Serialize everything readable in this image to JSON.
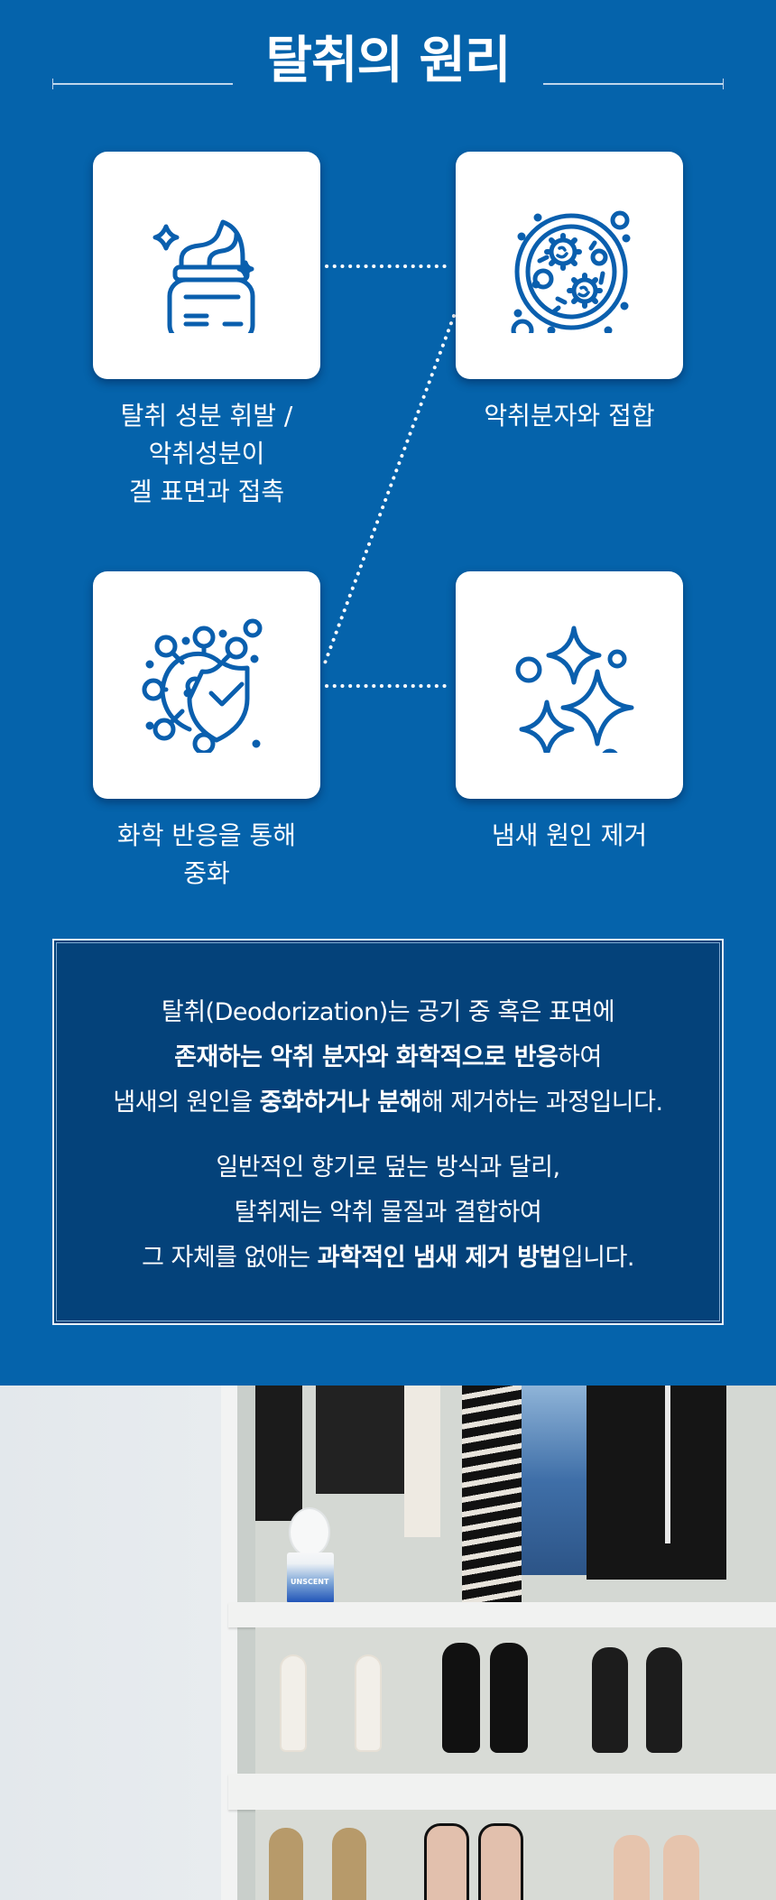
{
  "header": {
    "title": "탈취의 원리"
  },
  "steps": [
    {
      "icon": "cream-jar-icon",
      "caption_lines": [
        "탈취 성분 휘발 /",
        "악취성분이",
        "겔 표면과 접촉"
      ]
    },
    {
      "icon": "bacteria-petri-dish-icon",
      "caption_lines": [
        "악취분자와 접합"
      ]
    },
    {
      "icon": "virus-shield-check-icon",
      "caption_lines": [
        "화학 반응을 통해",
        "중화"
      ]
    },
    {
      "icon": "sparkles-icon",
      "caption_lines": [
        "냄새 원인 제거"
      ]
    }
  ],
  "description": {
    "paragraph1": {
      "line1": "탈취(Deodorization)는 공기 중 혹은 표면에",
      "line2_bold": "존재하는 악취 분자와 화학적으로 반응",
      "line2_rest": "하여",
      "line3_pre": "냄새의 원인을 ",
      "line3_bold": "중화하거나 분해",
      "line3_post": "해 제거하는 과정입니다."
    },
    "paragraph2": {
      "line1": "일반적인 향기로 덮는 방식과 달리,",
      "line2": "탈취제는 악취 물질과 결합하여",
      "line3_pre": "그 자체를 없애는 ",
      "line3_bold": "과학적인 냄새 제거 방법",
      "line3_post": "입니다."
    }
  },
  "photo": {
    "product_brand": "UNSCENT",
    "scene": "closet-with-hanging-clothes-and-shoe-shelves"
  },
  "colors": {
    "background_blue": "#0563AB",
    "box_navy": "#04427A",
    "icon_blue": "#0A5FAE",
    "card_white": "#FFFFFF",
    "text_white": "#FFFFFF"
  }
}
